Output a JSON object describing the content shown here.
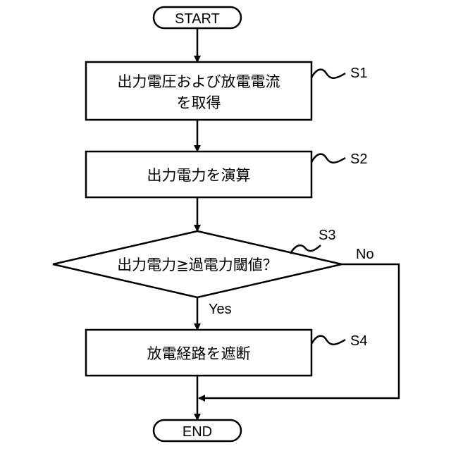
{
  "nodes": {
    "start": "START",
    "s1": {
      "line1": "出力電圧および放電電流",
      "line2": "を取得"
    },
    "s2": "出力電力を演算",
    "s3": "出力電力≧過電力閾値？",
    "s4": "放電経路を遮断",
    "end": "END"
  },
  "step_labels": {
    "s1": "S1",
    "s2": "S2",
    "s3": "S3",
    "s4": "S4"
  },
  "branch_labels": {
    "yes": "Yes",
    "no": "No"
  }
}
